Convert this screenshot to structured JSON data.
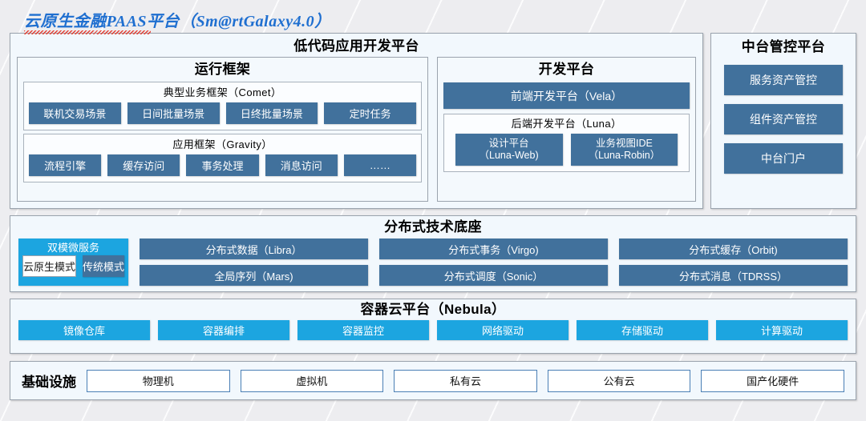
{
  "title": {
    "text": "云原生金融PAAS平台（Sm@rtGalaxy4.0）",
    "color": "#1f6fd0",
    "spellcheck_underline": true
  },
  "colors": {
    "steel_blue": "#41719c",
    "cyan_blue": "#1ca5e0",
    "panel_bg": "#f2f8fd",
    "page_bg": "#ededf0",
    "outline_blue": "#4a7fb5"
  },
  "lowcode": {
    "header": "低代码应用开发平台",
    "runtime": {
      "header": "运行框架",
      "frameworks": [
        {
          "header": "典型业务框架（Comet）",
          "items": [
            "联机交易场景",
            "日间批量场景",
            "日终批量场景",
            "定时任务"
          ]
        },
        {
          "header": "应用框架（Gravity）",
          "items": [
            "流程引擎",
            "缓存访问",
            "事务处理",
            "消息访问",
            "……"
          ]
        }
      ]
    },
    "devplatform": {
      "header": "开发平台",
      "frontend": "前端开发平台（Vela）",
      "backend": {
        "header": "后端开发平台（Luna）",
        "items": [
          {
            "line1": "设计平台",
            "line2": "（Luna-Web)"
          },
          {
            "line1": "业务视图IDE",
            "line2": "（Luna-Robin）"
          }
        ]
      }
    }
  },
  "midplatform": {
    "header": "中台管控平台",
    "items": [
      "服务资产管控",
      "组件资产管控",
      "中台门户"
    ]
  },
  "disttech": {
    "header": "分布式技术底座",
    "dualmode": {
      "title": "双模微服务",
      "items": [
        "云原生模式",
        "传统模式"
      ]
    },
    "columns": [
      [
        "分布式数据（Libra）",
        "全局序列（Mars)"
      ],
      [
        "分布式事务（Virgo)",
        "分布式调度（Sonic）"
      ],
      [
        "分布式缓存（Orbit)",
        "分布式消息（TDRSS）"
      ]
    ]
  },
  "nebula": {
    "header": "容器云平台（Nebula）",
    "items": [
      "镜像仓库",
      "容器编排",
      "容器监控",
      "网络驱动",
      "存储驱动",
      "计算驱动"
    ]
  },
  "infrastructure": {
    "label": "基础设施",
    "items": [
      "物理机",
      "虚拟机",
      "私有云",
      "公有云",
      "国产化硬件"
    ]
  }
}
